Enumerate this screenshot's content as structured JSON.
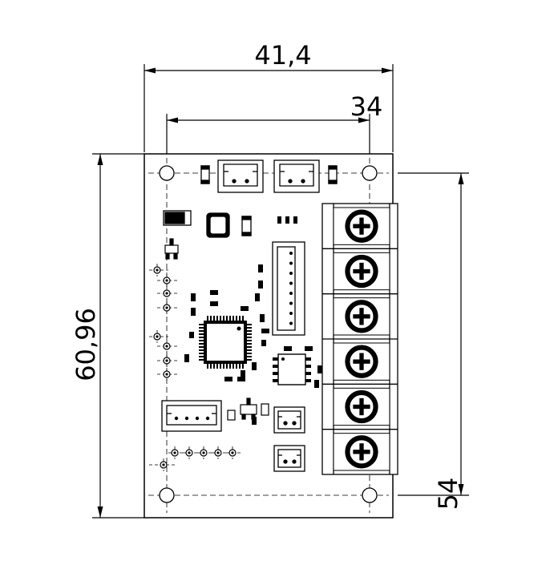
{
  "dimensions": {
    "board_width": "41,4",
    "hole_spacing_x": "34",
    "board_height": "60,96",
    "hole_spacing_y": "54"
  },
  "components": {
    "terminal_block_screw_count": 6,
    "side_connector_pins": 8,
    "bottom_connector_pins": 4
  }
}
